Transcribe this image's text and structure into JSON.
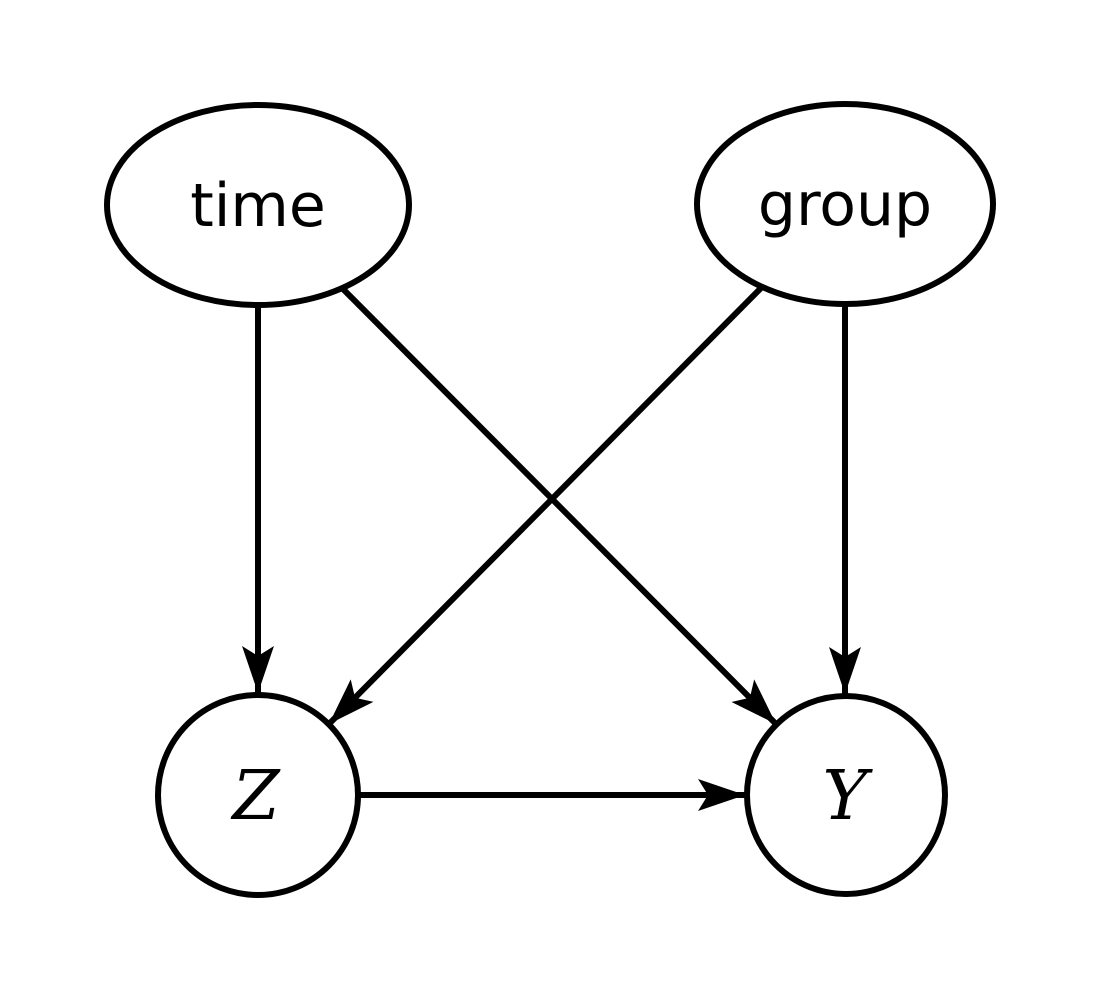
{
  "diagram": {
    "type": "directed-graph",
    "background_color": "#ffffff",
    "stroke_color": "#000000",
    "nodes": [
      {
        "id": "time",
        "label": "time",
        "shape": "ellipse",
        "label_style": "sans-serif"
      },
      {
        "id": "group",
        "label": "group",
        "shape": "ellipse",
        "label_style": "sans-serif"
      },
      {
        "id": "Z",
        "label": "Z",
        "shape": "circle",
        "label_style": "math-italic"
      },
      {
        "id": "Y",
        "label": "Y",
        "shape": "circle",
        "label_style": "math-italic"
      }
    ],
    "edges": [
      {
        "from": "time",
        "to": "Z",
        "style": "arrow"
      },
      {
        "from": "time",
        "to": "Y",
        "style": "arrow"
      },
      {
        "from": "group",
        "to": "Z",
        "style": "arrow"
      },
      {
        "from": "group",
        "to": "Y",
        "style": "arrow"
      },
      {
        "from": "Z",
        "to": "Y",
        "style": "arrow"
      }
    ]
  }
}
